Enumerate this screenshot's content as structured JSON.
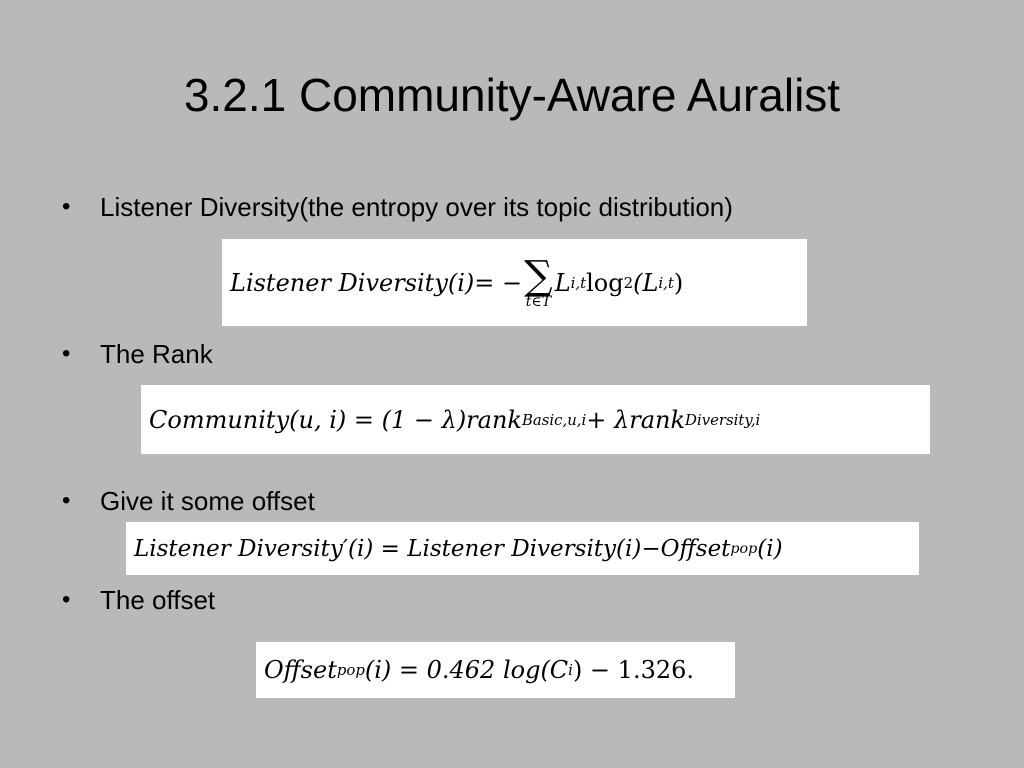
{
  "slide": {
    "title": "3.2.1 Community-Aware Auralist",
    "bullet_char": "•",
    "bullets": [
      {
        "text": "Listener Diversity(the entropy over its topic distribution)"
      },
      {
        "text": "The Rank"
      },
      {
        "text": "Give it some offset"
      },
      {
        "text": "The offset"
      }
    ],
    "equations": {
      "listener_diversity": {
        "lhs": "Listener Diversity(i)",
        "eq": " = −",
        "sum_symbol": "∑",
        "sum_limit": "t∈T",
        "L": "L",
        "L_sub": "i,t",
        "log": " log",
        "log_sub": "2",
        "arg": "(L",
        "arg_sub": "i,t",
        "close": ")"
      },
      "community": {
        "lhs": "Community(u, i) = (1 − λ)rank",
        "sub1": "Basic,u,i",
        "mid": " + λrank",
        "sub2": "Diversity,i"
      },
      "diversity_prime": {
        "lhs": "Listener Diversity′(i) = Listener Diversity(i)−Offset",
        "sub": "pop",
        "tail": "(i)"
      },
      "offset": {
        "lhs": "Offset",
        "sub": "pop",
        "tail": "(i) = 0.462 log(C",
        "c_sub": "i",
        "end": ") − 1.326."
      }
    }
  }
}
